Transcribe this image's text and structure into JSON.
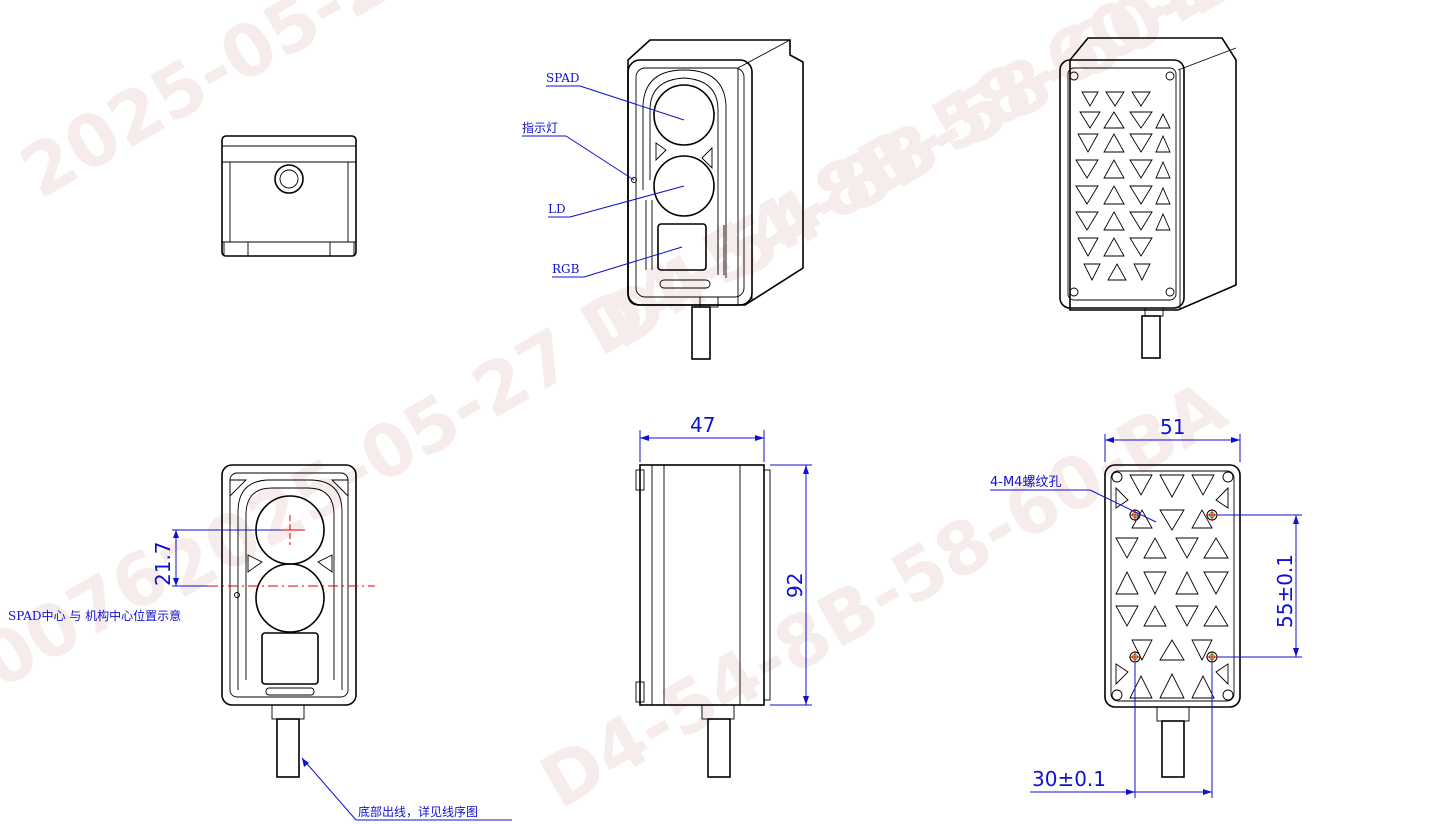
{
  "watermark": {
    "text_1": "2025-05-27",
    "text_2": "D4-54-8B-58-60-BA",
    "text_3": "2025-05-27 D4-54-8B-58-60-BA",
    "text_4": "0076"
  },
  "callouts": {
    "spad": "SPAD",
    "indicator": "指示灯",
    "ld": "LD",
    "rgb": "RGB",
    "spad_center_note": "SPAD中心 与 机构中心位置示意",
    "cable_note": "底部出线，详见线序图",
    "thread_holes": "4-M4螺纹孔"
  },
  "dimensions": {
    "spad_offset": "21.7",
    "depth": "47",
    "height": "92",
    "width": "51",
    "hole_pitch_vertical": "55±0.1",
    "hole_pitch_horizontal": "30±0.1"
  },
  "colors": {
    "annotation": "#1010d0",
    "centerline": "#e00000",
    "outline": "#000000",
    "watermark": "#f6ecec"
  }
}
